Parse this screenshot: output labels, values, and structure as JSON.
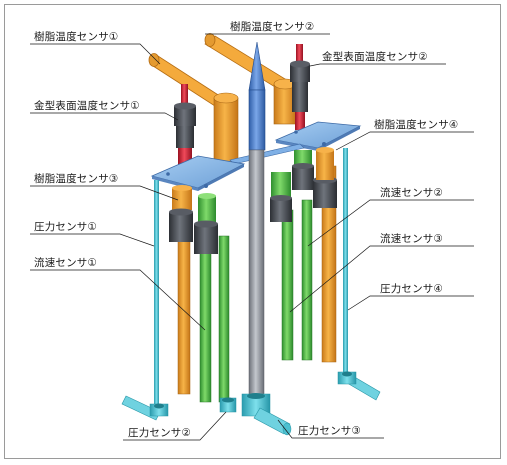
{
  "labels": {
    "resin_temp_1": "樹脂温度センサ①",
    "resin_temp_2": "樹脂温度センサ②",
    "resin_temp_3": "樹脂温度センサ③",
    "resin_temp_4": "樹脂温度センサ④",
    "mold_surface_temp_1": "金型表面温度センサ①",
    "mold_surface_temp_2": "金型表面温度センサ②",
    "pressure_1": "圧力センサ①",
    "pressure_2": "圧力センサ②",
    "pressure_3": "圧力センサ③",
    "pressure_4": "圧力センサ④",
    "flow_1": "流速センサ①",
    "flow_2": "流速センサ②",
    "flow_3": "流速センサ③"
  },
  "colors": {
    "resin_temp_pipe": "#f0a030",
    "mold_temp_red": "#d8283c",
    "sensor_dark": "#4a4e55",
    "flow_green": "#58c048",
    "pressure_cyan": "#48c0d0",
    "center_blue": "#4a7cc8",
    "center_gray": "#9a9ea6",
    "plate_blue": "#8ab8e8"
  }
}
